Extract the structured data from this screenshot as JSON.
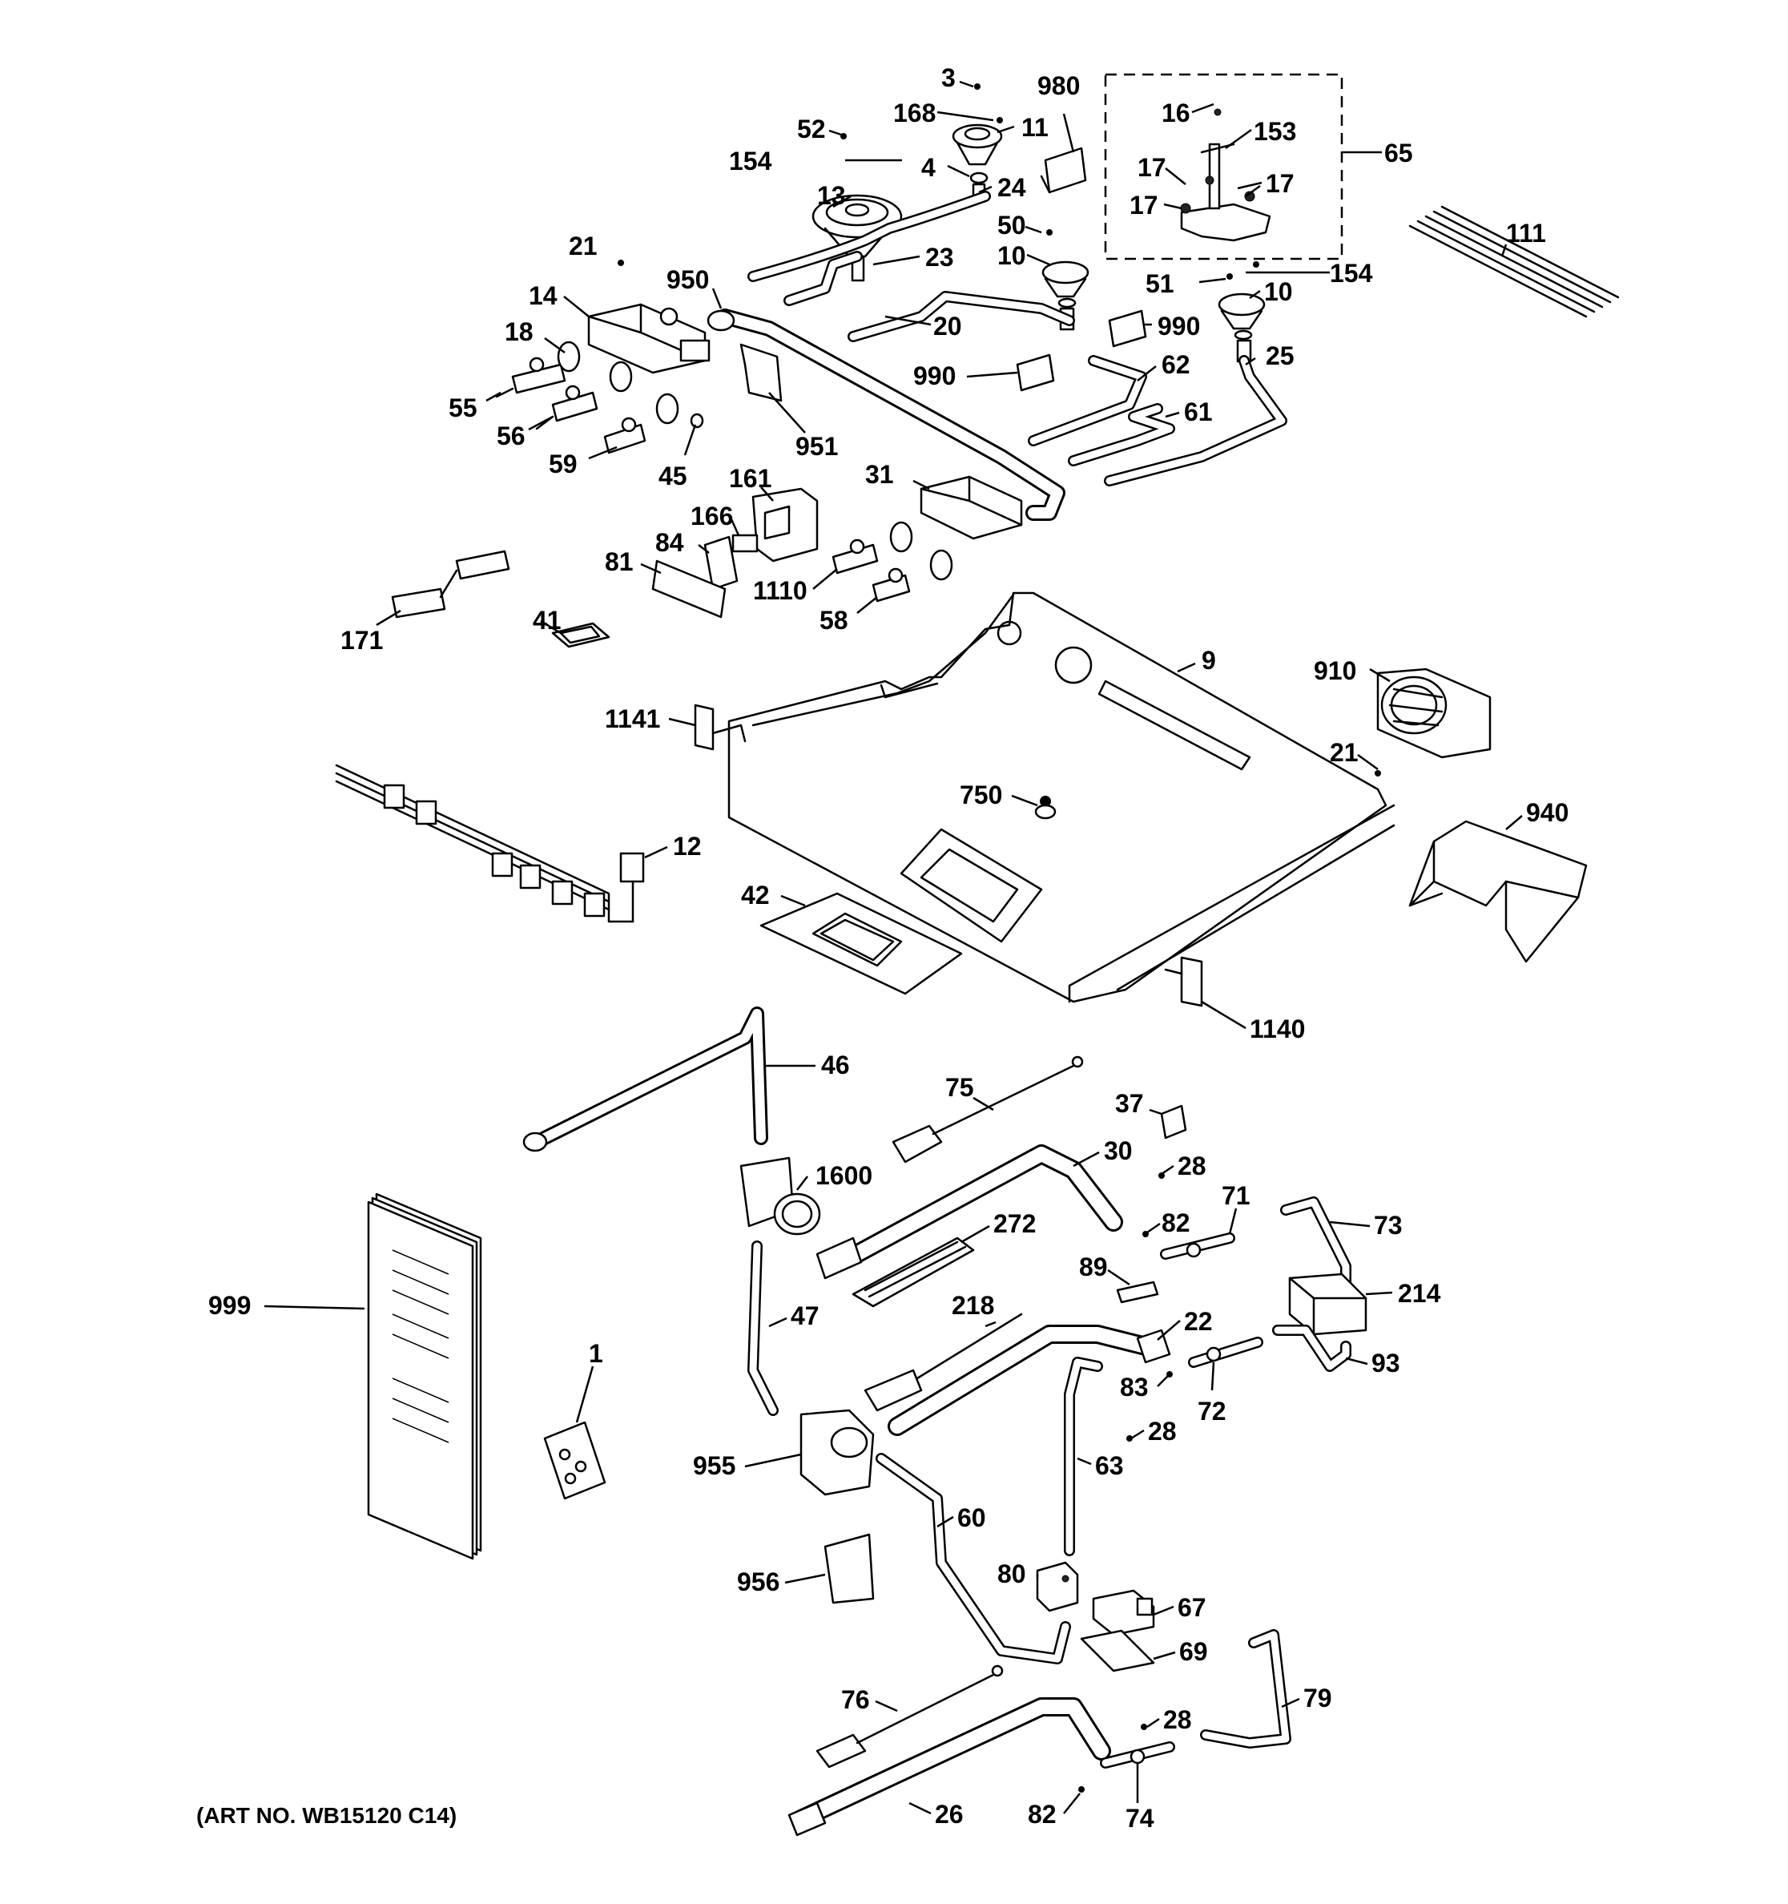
{
  "labels": {
    "l3": "3",
    "l980": "980",
    "l16": "16",
    "l168": "168",
    "l11": "11",
    "l52": "52",
    "l153": "153",
    "l65": "65",
    "l154a": "154",
    "l4": "4",
    "l17a": "17",
    "l17b": "17",
    "l17c": "17",
    "l13": "13",
    "l24": "24",
    "l50": "50",
    "l111": "111",
    "l21a": "21",
    "l23": "23",
    "l10a": "10",
    "l154b": "154",
    "l51": "51",
    "l10b": "10",
    "l950": "950",
    "l14": "14",
    "l990a": "990",
    "l20": "20",
    "l25": "25",
    "l18": "18",
    "l990b": "990",
    "l62": "62",
    "l55": "55",
    "l56": "56",
    "l61": "61",
    "l59": "59",
    "l45": "45",
    "l951": "951",
    "l161": "161",
    "l31": "31",
    "l166": "166",
    "l84": "84",
    "l81": "81",
    "l1110": "1110",
    "l58": "58",
    "l171": "171",
    "l41": "41",
    "l9": "9",
    "l910": "910",
    "l1141": "1141",
    "l21b": "21",
    "l750": "750",
    "l940": "940",
    "l12": "12",
    "l42": "42",
    "l1140": "1140",
    "l46": "46",
    "l75": "75",
    "l37": "37",
    "l30": "30",
    "l28a": "28",
    "l1600": "1600",
    "l71": "71",
    "l82a": "82",
    "l272": "272",
    "l73": "73",
    "l89": "89",
    "l999": "999",
    "l214": "214",
    "l218": "218",
    "l47": "47",
    "l22": "22",
    "l1": "1",
    "l93": "93",
    "l83": "83",
    "l72": "72",
    "l28b": "28",
    "l955": "955",
    "l63": "63",
    "l60": "60",
    "l956": "956",
    "l80": "80",
    "l67": "67",
    "l69": "69",
    "l79": "79",
    "l76": "76",
    "l28c": "28",
    "l26": "26",
    "l82b": "82",
    "l74": "74"
  },
  "footer": {
    "art_no": "(ART NO. WB15120 C14)"
  }
}
